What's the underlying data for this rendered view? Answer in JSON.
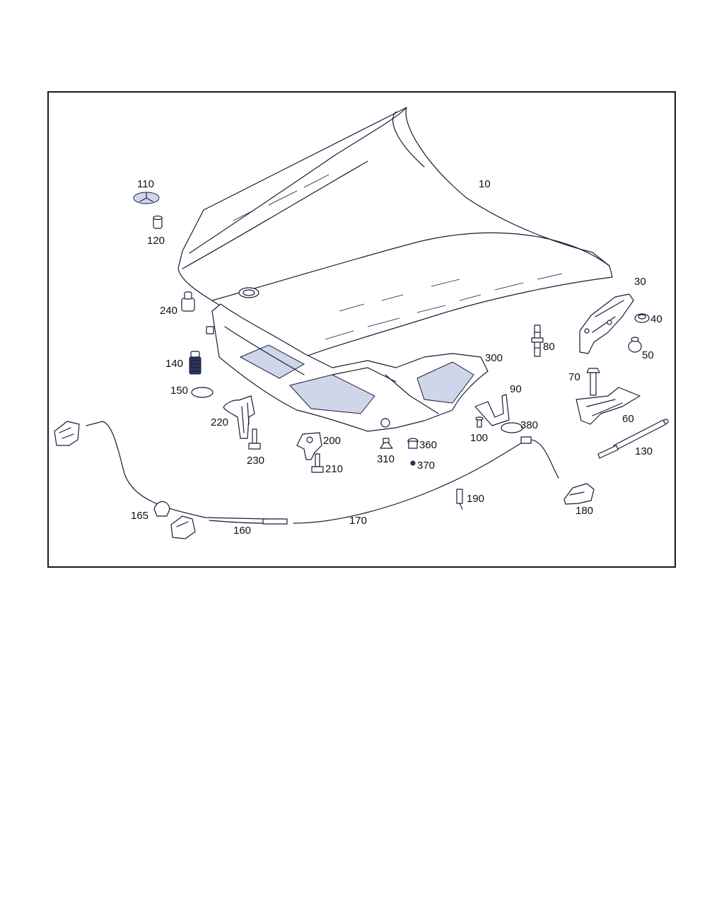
{
  "diagram": {
    "labels": [
      {
        "id": "p10",
        "text": "10"
      },
      {
        "id": "p30",
        "text": "30"
      },
      {
        "id": "p40",
        "text": "40"
      },
      {
        "id": "p50",
        "text": "50"
      },
      {
        "id": "p60",
        "text": "60"
      },
      {
        "id": "p70",
        "text": "70"
      },
      {
        "id": "p80",
        "text": "80"
      },
      {
        "id": "p90",
        "text": "90"
      },
      {
        "id": "p100",
        "text": "100"
      },
      {
        "id": "p110",
        "text": "110"
      },
      {
        "id": "p120",
        "text": "120"
      },
      {
        "id": "p130",
        "text": "130"
      },
      {
        "id": "p140",
        "text": "140"
      },
      {
        "id": "p150",
        "text": "150"
      },
      {
        "id": "p160",
        "text": "160"
      },
      {
        "id": "p165",
        "text": "165"
      },
      {
        "id": "p170",
        "text": "170"
      },
      {
        "id": "p180",
        "text": "180"
      },
      {
        "id": "p190",
        "text": "190"
      },
      {
        "id": "p200",
        "text": "200"
      },
      {
        "id": "p210",
        "text": "210"
      },
      {
        "id": "p220",
        "text": "220"
      },
      {
        "id": "p230",
        "text": "230"
      },
      {
        "id": "p240",
        "text": "240"
      },
      {
        "id": "p300",
        "text": "300"
      },
      {
        "id": "p310",
        "text": "310"
      },
      {
        "id": "p360",
        "text": "360"
      },
      {
        "id": "p370",
        "text": "370"
      },
      {
        "id": "p380",
        "text": "380"
      }
    ]
  }
}
